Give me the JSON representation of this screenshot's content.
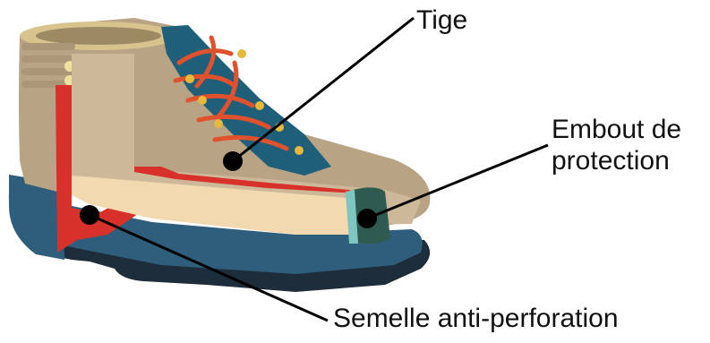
{
  "labels": {
    "tige": "Tige",
    "embout_line1": "Embout de",
    "embout_line2": "protection",
    "semelle": "Semelle anti-perforation"
  },
  "colors": {
    "leather": "#b9a385",
    "leather_light": "#cdb999",
    "collar": "#d8c38e",
    "tongue": "#1f5f7a",
    "laces": "#e0522e",
    "eyelets": "#e6b83c",
    "lining_red": "#d8302a",
    "cream_layer": "#f3d9b0",
    "sole_dark": "#1e2d3b",
    "sole_blue": "#2e5e7b",
    "toe_cap": "#2f5a50",
    "callout_line": "#000000"
  },
  "icons": [
    "boot-illustration"
  ]
}
